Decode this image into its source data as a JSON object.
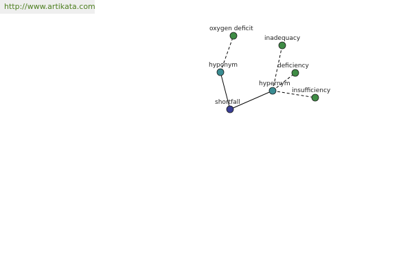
{
  "watermark": "http://www.artikata.com",
  "colors": {
    "root": "#3a3f96",
    "relation": "#3a8c92",
    "term": "#3f8c45",
    "node_stroke": "#1a1a1a",
    "edge": "#000000"
  },
  "nodes": {
    "shortfall": {
      "label": "shortfall",
      "kind": "root"
    },
    "hyponym": {
      "label": "hyponym",
      "kind": "relation"
    },
    "hypernym": {
      "label": "hypernym",
      "kind": "relation"
    },
    "oxygen_deficit": {
      "label": "oxygen deficit",
      "kind": "term"
    },
    "inadequacy": {
      "label": "inadequacy",
      "kind": "term"
    },
    "deficiency": {
      "label": "deficiency",
      "kind": "term"
    },
    "insufficiency": {
      "label": "insufficiency",
      "kind": "term"
    }
  },
  "edges": [
    {
      "from": "shortfall",
      "to": "hyponym",
      "style": "solid"
    },
    {
      "from": "shortfall",
      "to": "hypernym",
      "style": "solid"
    },
    {
      "from": "hyponym",
      "to": "oxygen_deficit",
      "style": "dashed"
    },
    {
      "from": "hypernym",
      "to": "inadequacy",
      "style": "dashed"
    },
    {
      "from": "hypernym",
      "to": "deficiency",
      "style": "dashed"
    },
    {
      "from": "hypernym",
      "to": "insufficiency",
      "style": "dashed"
    }
  ]
}
